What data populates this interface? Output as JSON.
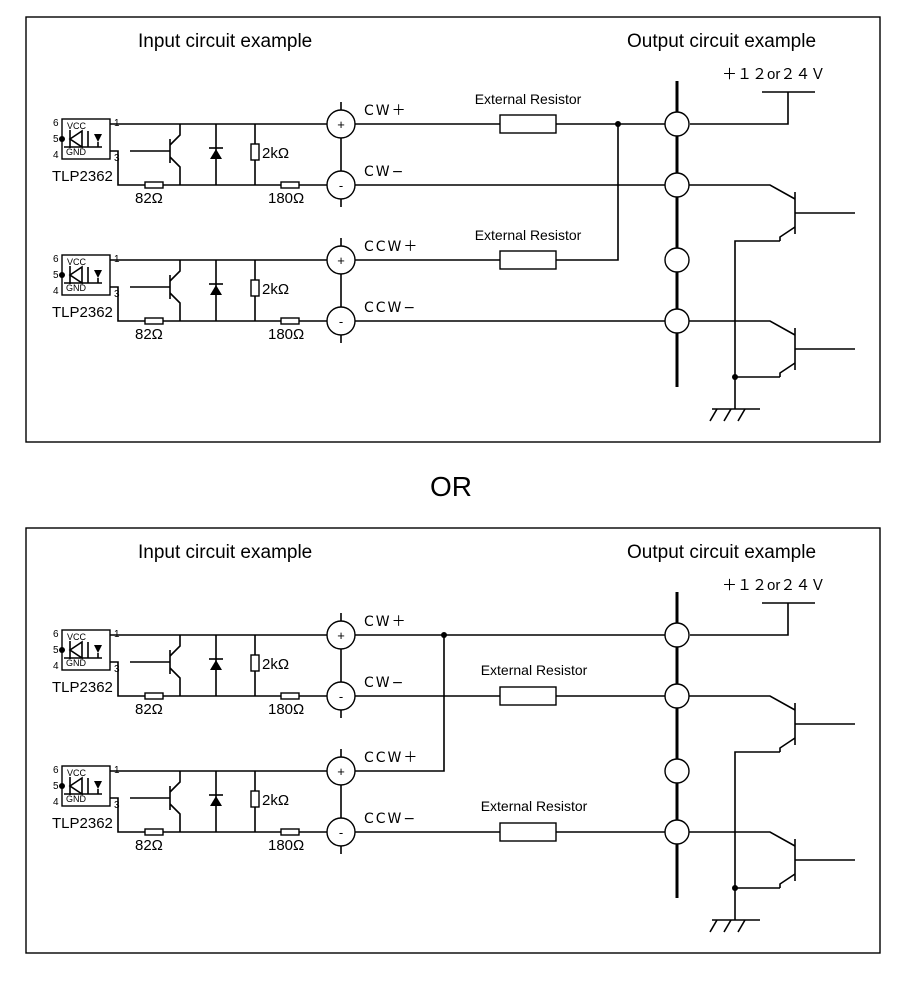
{
  "separator": "OR",
  "diagrams": [
    {
      "input_title": "Input circuit example",
      "output_title": "Output circuit example",
      "supply": "＋１２or２４Ｖ",
      "wiring": "resistors_on_plus",
      "channels": [
        {
          "part": "TLP2362",
          "vcc": "VCC",
          "gnd": "GND",
          "pin6": "6",
          "pin5": "5",
          "pin4": "4",
          "pin1": "1",
          "pin3": "3",
          "r_base": "82Ω",
          "r_shunt": "2kΩ",
          "r_line": "180Ω",
          "plus_symbol": "+",
          "minus_symbol": "-",
          "plus_label": "CW＋",
          "minus_label": "CW−",
          "resistor_label": "External Resistor"
        },
        {
          "part": "TLP2362",
          "vcc": "VCC",
          "gnd": "GND",
          "pin6": "6",
          "pin5": "5",
          "pin4": "4",
          "pin1": "1",
          "pin3": "3",
          "r_base": "82Ω",
          "r_shunt": "2kΩ",
          "r_line": "180Ω",
          "plus_symbol": "+",
          "minus_symbol": "-",
          "plus_label": "CCW＋",
          "minus_label": "CCW−",
          "resistor_label": "External Resistor"
        }
      ]
    },
    {
      "input_title": "Input circuit example",
      "output_title": "Output circuit example",
      "supply": "＋１２or２４Ｖ",
      "wiring": "resistors_on_minus",
      "channels": [
        {
          "part": "TLP2362",
          "vcc": "VCC",
          "gnd": "GND",
          "pin6": "6",
          "pin5": "5",
          "pin4": "4",
          "pin1": "1",
          "pin3": "3",
          "r_base": "82Ω",
          "r_shunt": "2kΩ",
          "r_line": "180Ω",
          "plus_symbol": "+",
          "minus_symbol": "-",
          "plus_label": "CW＋",
          "minus_label": "CW−",
          "resistor_label": "External Resistor"
        },
        {
          "part": "TLP2362",
          "vcc": "VCC",
          "gnd": "GND",
          "pin6": "6",
          "pin5": "5",
          "pin4": "4",
          "pin1": "1",
          "pin3": "3",
          "r_base": "82Ω",
          "r_shunt": "2kΩ",
          "r_line": "180Ω",
          "plus_symbol": "+",
          "minus_symbol": "-",
          "plus_label": "CCW＋",
          "minus_label": "CCW−",
          "resistor_label": "External Resistor"
        }
      ]
    }
  ]
}
